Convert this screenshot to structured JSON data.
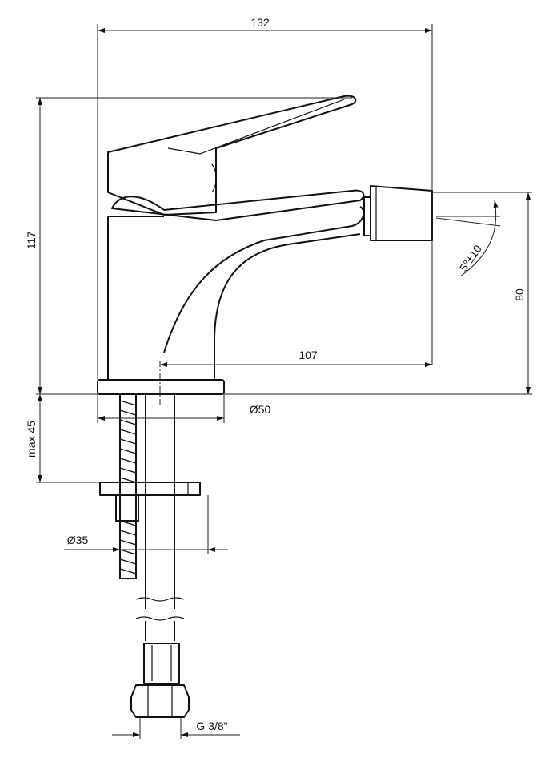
{
  "drawing": {
    "dimensions": {
      "overall_width": "132",
      "overall_height": "117",
      "spout_height": "80",
      "spout_reach": "107",
      "base_diameter": "Ø50",
      "max_deck_thickness": "max 45",
      "hole_diameter": "Ø35",
      "connection_thread": "G 3/8\"",
      "aerator_angle": "5°±10"
    }
  }
}
